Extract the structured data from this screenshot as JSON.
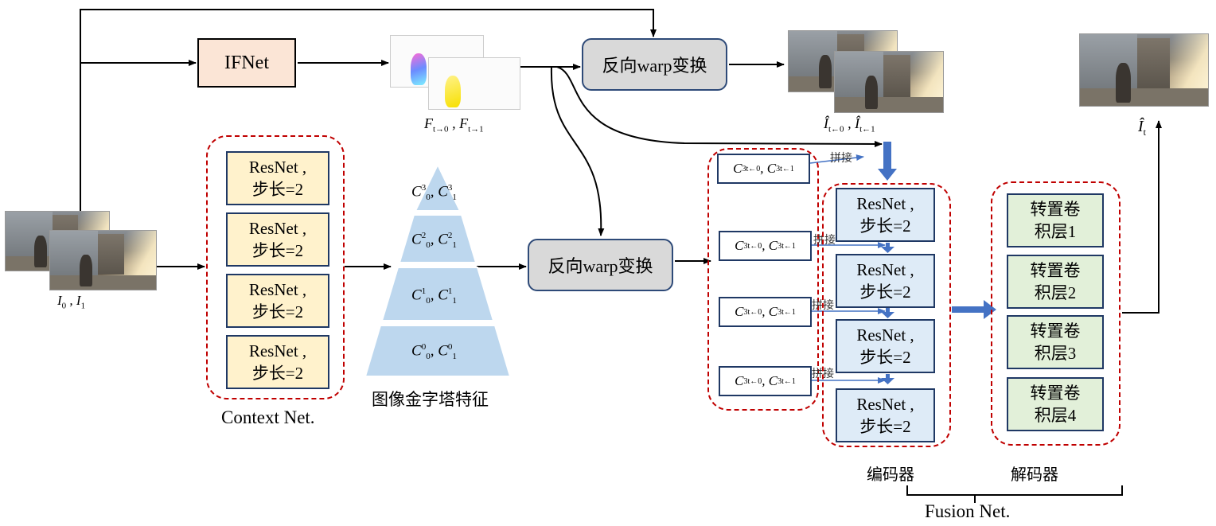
{
  "ifnet": {
    "label": "IFNet"
  },
  "warp": {
    "top_label": "反向warp变换",
    "middle_label": "反向warp变换"
  },
  "context_net": {
    "label": "Context Net.",
    "blocks": [
      "ResNet ,\n步长=2",
      "ResNet ,\n步长=2",
      "ResNet ,\n步长=2",
      "ResNet ,\n步长=2"
    ]
  },
  "pyramid": {
    "label": "图像金字塔特征",
    "levels": [
      {
        "sup": "3",
        "sub": "0",
        "sup2": "3",
        "sub2": "1"
      },
      {
        "sup": "2",
        "sub": "0",
        "sup2": "2",
        "sub2": "1"
      },
      {
        "sup": "1",
        "sub": "0",
        "sup2": "1",
        "sub2": "1"
      },
      {
        "sup": "0",
        "sub": "0",
        "sup2": "0",
        "sub2": "1"
      }
    ]
  },
  "inputs": {
    "frames_label": "I",
    "sub0": "0",
    "sub1": "1"
  },
  "flows": {
    "label_a": "F",
    "sub_a": "t→0",
    "label_b": "F",
    "sub_b": "t→1"
  },
  "warped": {
    "label": "Î",
    "sub_a": "t←0",
    "sub_b": "t←1"
  },
  "output": {
    "label": "Î",
    "sub": "t"
  },
  "warped_features": {
    "items": [
      {
        "sup": "3",
        "sub_a": "t←0",
        "sub_b": "t←1"
      },
      {
        "sup": "3",
        "sub_a": "t←0",
        "sub_b": "t←1"
      },
      {
        "sup": "3",
        "sub_a": "t←0",
        "sub_b": "t←1"
      },
      {
        "sup": "3",
        "sub_a": "t←0",
        "sub_b": "t←1"
      }
    ],
    "concat_label": "拼接"
  },
  "encoder": {
    "label": "编码器",
    "blocks": [
      "ResNet ,\n步长=2",
      "ResNet ,\n步长=2",
      "ResNet ,\n步长=2",
      "ResNet ,\n步长=2"
    ]
  },
  "decoder": {
    "label": "解码器",
    "blocks": [
      "转置卷\n积层1",
      "转置卷\n积层2",
      "转置卷\n积层3",
      "转置卷\n积层4"
    ]
  },
  "fusion_net": {
    "label": "Fusion Net."
  },
  "colors": {
    "ifnet_fill": "#fbe5d6",
    "warp_fill": "#d9d9d9",
    "context_fill": "#fff2cc",
    "pyramid_fill": "#bdd7ee",
    "encoder_fill": "#deebf7",
    "decoder_fill": "#e2f0d9",
    "group_border": "#c00000",
    "thick_arrow": "#4472c4"
  }
}
